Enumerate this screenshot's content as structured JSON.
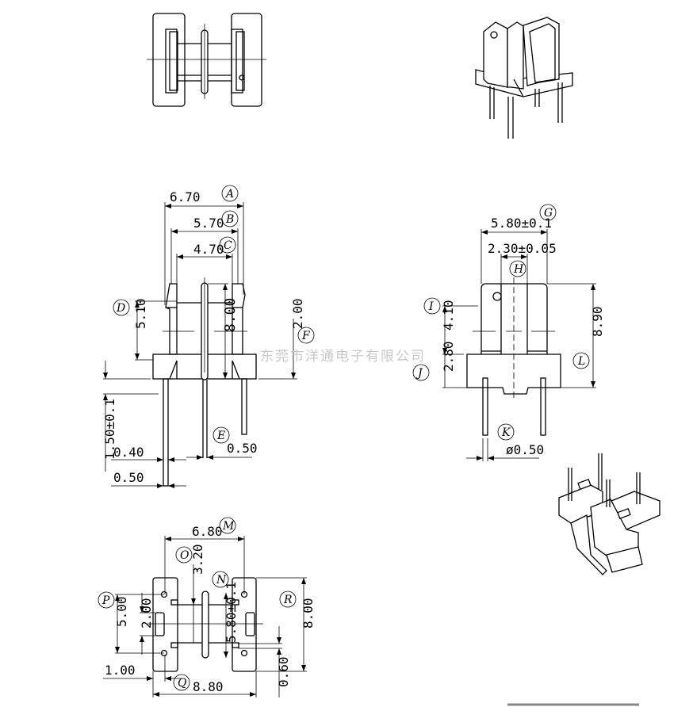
{
  "watermark": "东莞市洋通电子有限公司",
  "front_view": {
    "A": {
      "label": "A",
      "value": "6.70"
    },
    "B": {
      "label": "B",
      "value": "5.70"
    },
    "C": {
      "label": "C",
      "value": "4.70"
    },
    "D": {
      "label": "D",
      "value": "5.10"
    },
    "height": "8.00",
    "F": {
      "label": "F",
      "value": "2.00"
    },
    "E": {
      "label": "E",
      "value": "0.50"
    },
    "pin_offset": "1.50±0.1",
    "pin_width_1": "0.40",
    "pin_width_2": "0.50"
  },
  "side_view": {
    "G": {
      "label": "G",
      "value": "5.80±0.1"
    },
    "H": {
      "label": "H",
      "value": "2.30±0.05"
    },
    "I": {
      "label": "I",
      "value": "4.10"
    },
    "J": {
      "label": "J",
      "value": "2.80"
    },
    "K": {
      "label": "K",
      "value": "ø0.50"
    },
    "L": {
      "label": "L",
      "value": "8.90"
    }
  },
  "bottom_view": {
    "M": {
      "label": "M",
      "value": "6.80"
    },
    "O": {
      "label": "O",
      "value": "3.20"
    },
    "N": {
      "label": "N",
      "value": "5.80±0.1"
    },
    "P": {
      "label": "P",
      "value": "5.00"
    },
    "slot": "2.00",
    "R": {
      "label": "R",
      "value": "8.00"
    },
    "offset": "1.00",
    "Q": {
      "label": "Q",
      "value": "8.80"
    },
    "pin_pitch": "0.60"
  }
}
